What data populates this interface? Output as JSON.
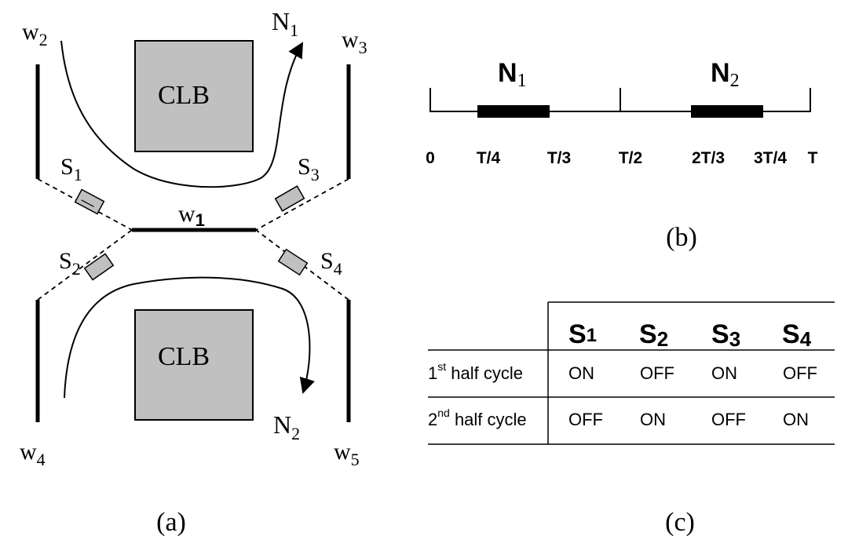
{
  "panel_a": {
    "caption": "(a)",
    "clb_top": "CLB",
    "clb_bottom": "CLB",
    "wires": {
      "w1": {
        "letter": "w",
        "sub": "1"
      },
      "w2": {
        "letter": "w",
        "sub": "2"
      },
      "w3": {
        "letter": "w",
        "sub": "3"
      },
      "w4": {
        "letter": "w",
        "sub": "4"
      },
      "w5": {
        "letter": "w",
        "sub": "5"
      }
    },
    "switches": {
      "s1": {
        "letter": "S",
        "sub": "1"
      },
      "s2": {
        "letter": "S",
        "sub": "2"
      },
      "s3": {
        "letter": "S",
        "sub": "3"
      },
      "s4": {
        "letter": "S",
        "sub": "4"
      }
    },
    "nets": {
      "n1": {
        "letter": "N",
        "sub": "1"
      },
      "n2": {
        "letter": "N",
        "sub": "2"
      }
    }
  },
  "panel_b": {
    "caption": "(b)",
    "n1": {
      "letter": "N",
      "sub": "1"
    },
    "n2": {
      "letter": "N",
      "sub": "2"
    },
    "ticks": [
      "0",
      "T/4",
      "T/3",
      "T/2",
      "2T/3",
      "3T/4",
      "T"
    ]
  },
  "panel_c": {
    "caption": "(c)",
    "headers": [
      {
        "letter": "S",
        "sub": "1"
      },
      {
        "letter": "S",
        "sub": "2"
      },
      {
        "letter": "S",
        "sub": "3"
      },
      {
        "letter": "S",
        "sub": "4"
      }
    ],
    "rows": [
      {
        "num": "1",
        "sup": "st",
        "label": " half cycle",
        "values": [
          "ON",
          "OFF",
          "ON",
          "OFF"
        ]
      },
      {
        "num": "2",
        "sup": "nd",
        "label": " half cycle",
        "values": [
          "OFF",
          "ON",
          "OFF",
          "ON"
        ]
      }
    ]
  }
}
